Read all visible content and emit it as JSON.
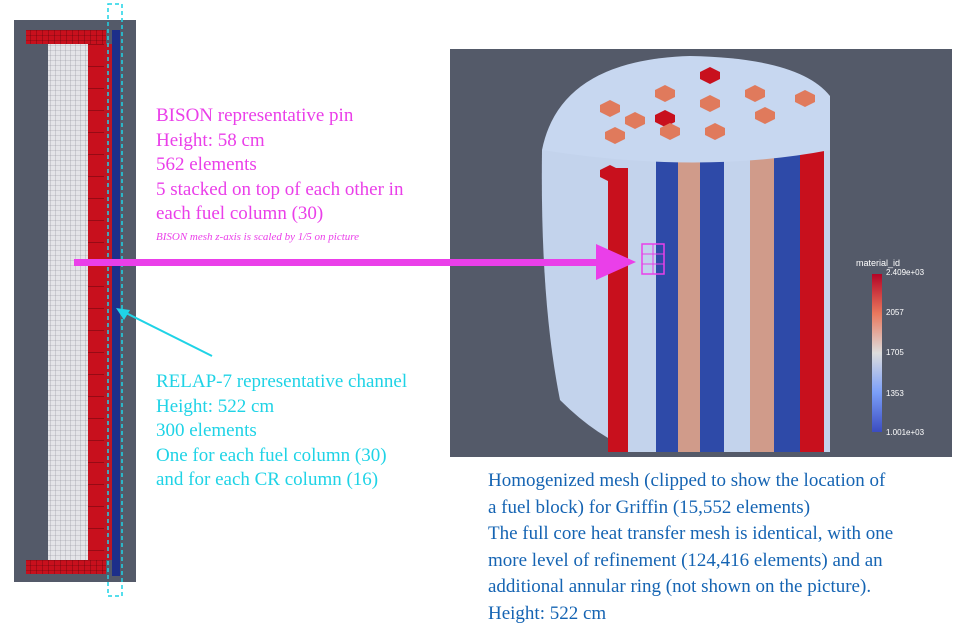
{
  "bison": {
    "lines": [
      "BISON representative pin",
      "Height: 58 cm",
      "562 elements",
      "5 stacked on top of each other in",
      "each fuel column (30)"
    ],
    "note": "BISON mesh z-axis is scaled by 1/5 on picture"
  },
  "relap": {
    "lines": [
      "RELAP-7 representative channel",
      "Height: 522 cm",
      "300 elements",
      "One for each fuel column (30)",
      "and for each CR column (16)"
    ]
  },
  "griffin": {
    "lines": [
      "Homogenized mesh (clipped to show the location of",
      "a fuel block) for Griffin (15,552 elements)",
      "The full core heat transfer mesh is identical, with one",
      "more level of refinement (124,416 elements) and an",
      "additional annular ring (not shown on the picture).",
      "Height: 522 cm"
    ]
  },
  "legend": {
    "title": "material_id",
    "ticks": [
      "2.409e+03",
      "2057",
      "1705",
      "1353",
      "1.001e+03"
    ]
  },
  "colors": {
    "bison": "#ea3fe9",
    "relap": "#1fd3e6",
    "griffin": "#1564b3",
    "panel_bg": "#545a69",
    "fuel_red": "#c8101d",
    "mesh_grey": "#dfdfe3"
  }
}
